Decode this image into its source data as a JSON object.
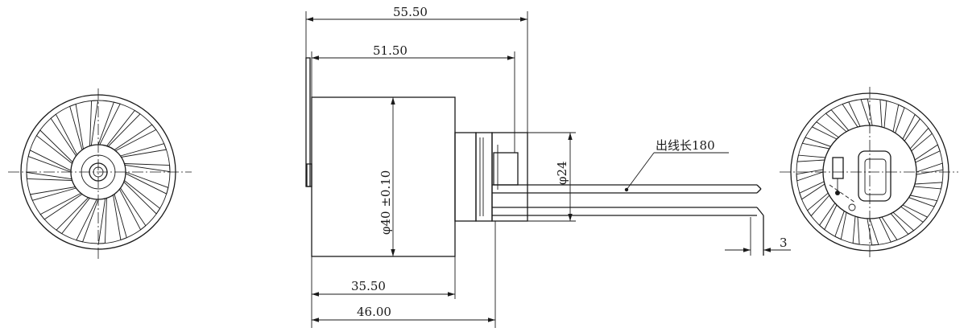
{
  "dimensions": {
    "overall_length": "55.50",
    "body_to_lead": "51.50",
    "diameter_body": "φ40  ±0.10",
    "diameter_hub": "φ24",
    "housing_length": "35.50",
    "total_length": "46.00",
    "lead_note": "出线长180",
    "lead_gap": "3"
  }
}
